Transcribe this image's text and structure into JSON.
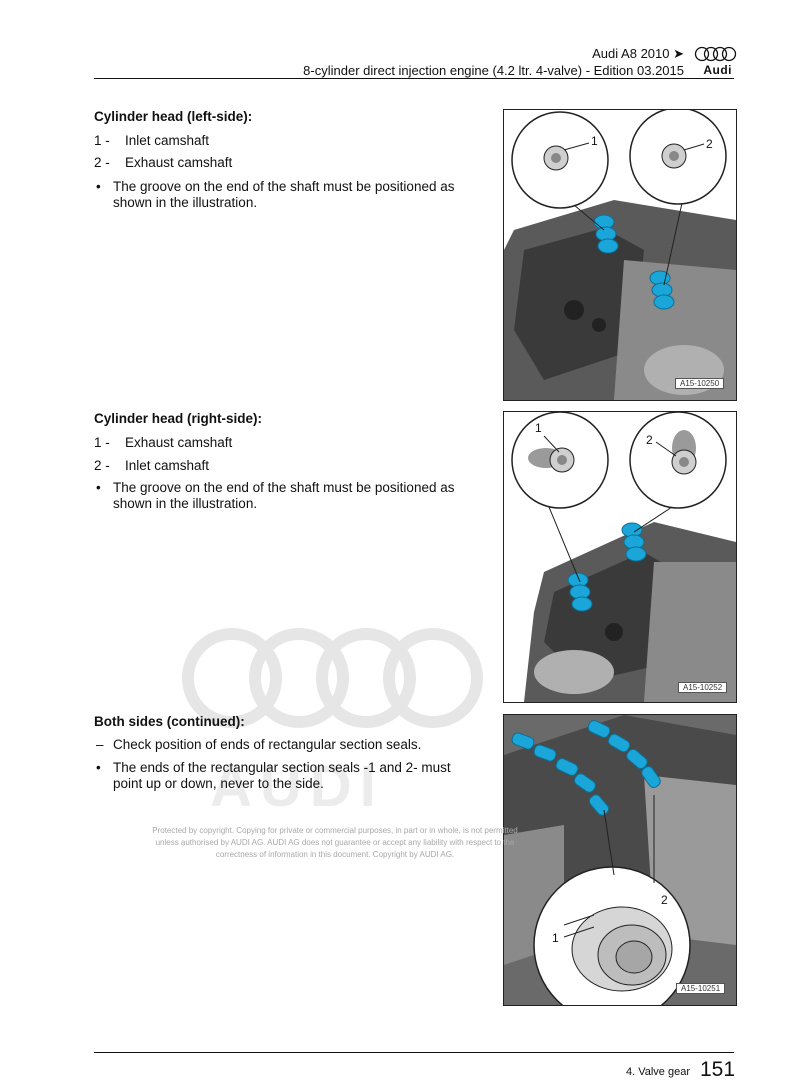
{
  "header": {
    "model": "Audi A8 2010 ➤",
    "subtitle": "8-cylinder direct injection engine (4.2 ltr. 4-valve) - Edition 03.2015",
    "brand": "Audi"
  },
  "sections": [
    {
      "title": "Cylinder head (left-side):",
      "items": [
        {
          "num": "1 -",
          "text": "Inlet camshaft"
        },
        {
          "num": "2 -",
          "text": "Exhaust camshaft"
        }
      ],
      "bullets": [
        {
          "mark": "•",
          "text": "The groove on the end of the shaft must be positioned as shown in the illustration."
        }
      ],
      "figure": {
        "id": "A15-10250",
        "callouts": [
          "1",
          "2"
        ]
      }
    },
    {
      "title": "Cylinder head (right-side):",
      "items": [
        {
          "num": "1 -",
          "text": "Exhaust camshaft"
        },
        {
          "num": "2 -",
          "text": "Inlet camshaft"
        }
      ],
      "bullets": [
        {
          "mark": "•",
          "text": "The groove on the end of the shaft must be positioned as shown in the illustration."
        }
      ],
      "figure": {
        "id": "A15-10252",
        "callouts": [
          "1",
          "2"
        ]
      }
    },
    {
      "title": "Both sides (continued):",
      "bullets": [
        {
          "mark": "–",
          "text": "Check position of ends of rectangular section seals."
        },
        {
          "mark": "•",
          "text": "The ends of the rectangular section seals -1 and 2- must point up or down, never to the side."
        }
      ],
      "figure": {
        "id": "A15-10251",
        "callouts": [
          "1",
          "2"
        ]
      }
    }
  ],
  "copyright": "Protected by copyright. Copying for private or commercial purposes, in part or in whole, is not permitted unless authorised by AUDI AG. AUDI AG does not guarantee or accept any liability with respect to the correctness of information in this document. Copyright by AUDI AG.",
  "footer": {
    "section": "4. Valve gear",
    "page": "151"
  },
  "colors": {
    "accent": "#1aa6d8",
    "engine_dark": "#3a3a3a",
    "engine_light": "#9a9a9a"
  }
}
